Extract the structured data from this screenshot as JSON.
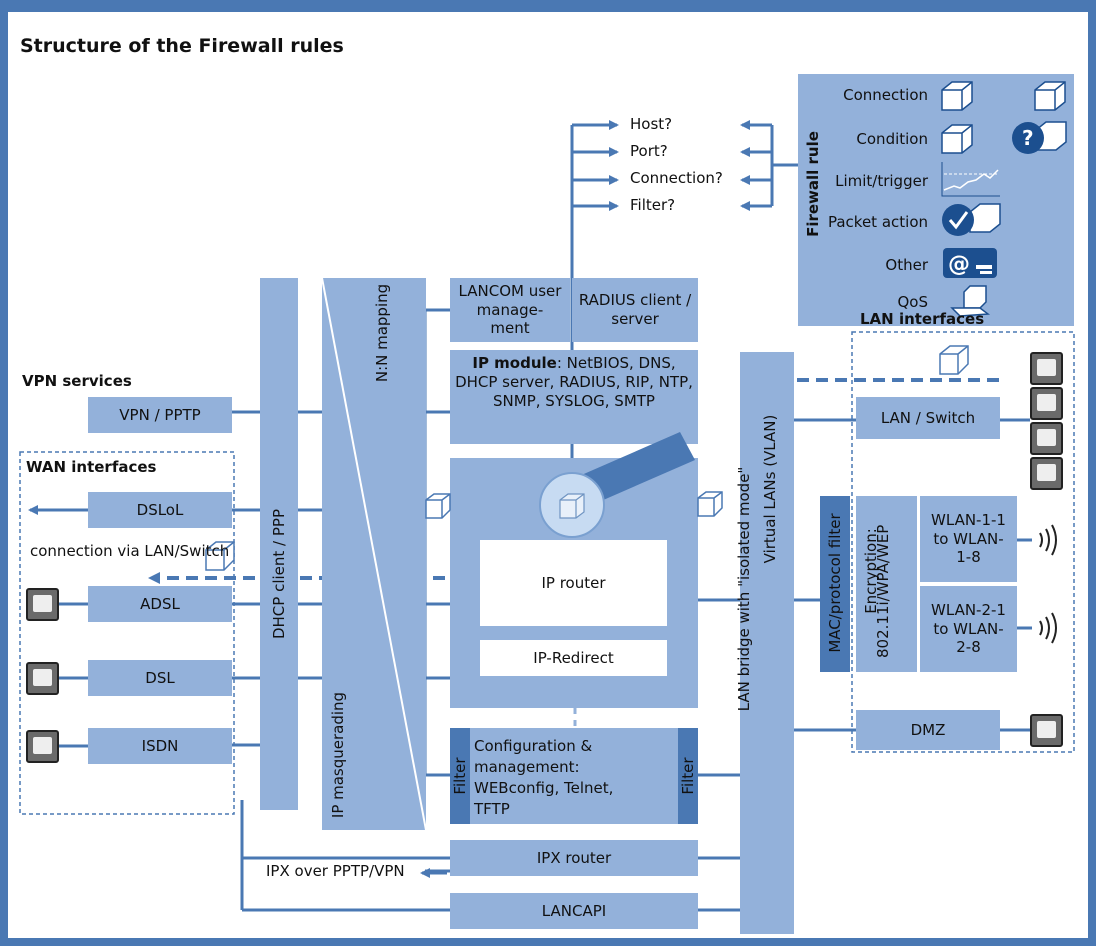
{
  "title": "Structure of the Firewall rules",
  "firewall_rule": {
    "heading": "Firewall rule",
    "items": [
      "Connection",
      "Condition",
      "Limit/trigger",
      "Packet action",
      "Other",
      "QoS"
    ]
  },
  "checks": [
    "Host?",
    "Port?",
    "Connection?",
    "Filter?"
  ],
  "modules": {
    "lancom": "LANCOM user manage-ment",
    "radius": "RADIUS client / server",
    "ip_module_bold": "IP module",
    "ip_module_rest": ": NetBIOS, DNS, DHCP server, RADIUS, RIP, NTP, SNMP, SYSLOG, SMTP",
    "ip_router": "IP router",
    "ip_redirect": "IP-Redirect",
    "config": "Configuration & management: WEBconfig, Telnet, TFTP",
    "filter": "Filter",
    "ipx_router": "IPX router",
    "lancapi": "LANCAPI",
    "ipx_over": "IPX over PPTP/VPN"
  },
  "vertical": {
    "dhcp": "DHCP client / PPP",
    "nn": "N:N mapping",
    "masq": "IP masquerading",
    "lanbridge": "LAN bridge with \"isolated mode\"",
    "vlan": "Virtual LANs (VLAN)",
    "mac": "MAC/protocol filter",
    "enc1": "Encryption:",
    "enc2": "802.11i/WPA/WEP"
  },
  "vpn": {
    "heading": "VPN services",
    "box": "VPN / PPTP"
  },
  "wan": {
    "heading": "WAN interfaces",
    "dslol": "DSLoL",
    "dslol_note": "connection via LAN/Switch",
    "adsl": "ADSL",
    "dsl": "DSL",
    "isdn": "ISDN"
  },
  "lan": {
    "heading": "LAN interfaces",
    "switch": "LAN / Switch",
    "wlan1": "WLAN-1-1 to WLAN-1-8",
    "wlan2": "WLAN-2-1 to WLAN-2-8",
    "dmz": "DMZ"
  },
  "colors": {
    "accent": "#4a78b3",
    "box": "#93b1da"
  }
}
